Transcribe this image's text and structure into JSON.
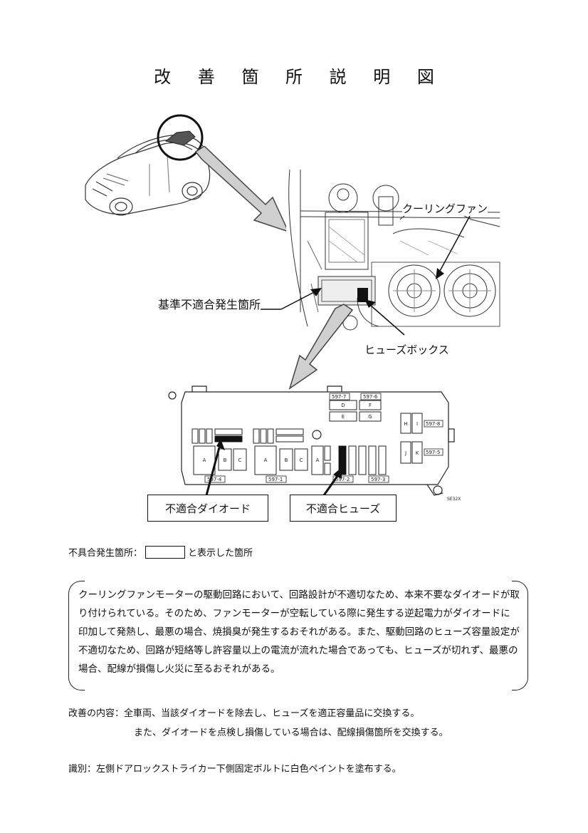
{
  "title": "改 善 箇 所 説 明 図",
  "callouts": {
    "cooling_fan": "クーリングファン",
    "noncompliance_location": "基準不適合発生箇所",
    "fuse_box": "ヒューズボックス"
  },
  "boxes": {
    "diode": "不適合ダイオード",
    "fuse": "不適合ヒューズ"
  },
  "fuse_panel": {
    "relay_labels": [
      "597-7",
      "597-6",
      "597-8",
      "597-5",
      "597-4",
      "597-1",
      "597-2",
      "597-3"
    ],
    "slot_letters": [
      "D",
      "F",
      "E",
      "G",
      "H",
      "I",
      "J",
      "K",
      "A",
      "B",
      "C",
      "A",
      "B",
      "C",
      "A"
    ],
    "code": "SE32X"
  },
  "legend": {
    "prefix": "不具合発生箇所：",
    "suffix": "と表示した箇所"
  },
  "description": "クーリングファンモーターの駆動回路において、回路設計が不適切なため、本来不要なダイオードが取り付けられている。そのため、ファンモーターが空転している際に発生する逆起電力がダイオードに印加して発熱し、最悪の場合、焼損臭が発生するおそれがある。また、駆動回路のヒューズ容量設定が不適切なため、回路が短絡等し許容量以上の電流が流れた場合であっても、ヒューズが切れず、最悪の場合、配線が損傷し火災に至るおそれがある。",
  "improvement": {
    "label": "改善の内容：",
    "line1": "全車両、当該ダイオードを除去し、ヒューズを適正容量品に交換する。",
    "line2": "また、ダイオードを点検し損傷している場合は、配線損傷箇所を交換する。"
  },
  "identification": "識別：左側ドアロックストライカー下側固定ボルトに白色ペイントを塗布する。"
}
